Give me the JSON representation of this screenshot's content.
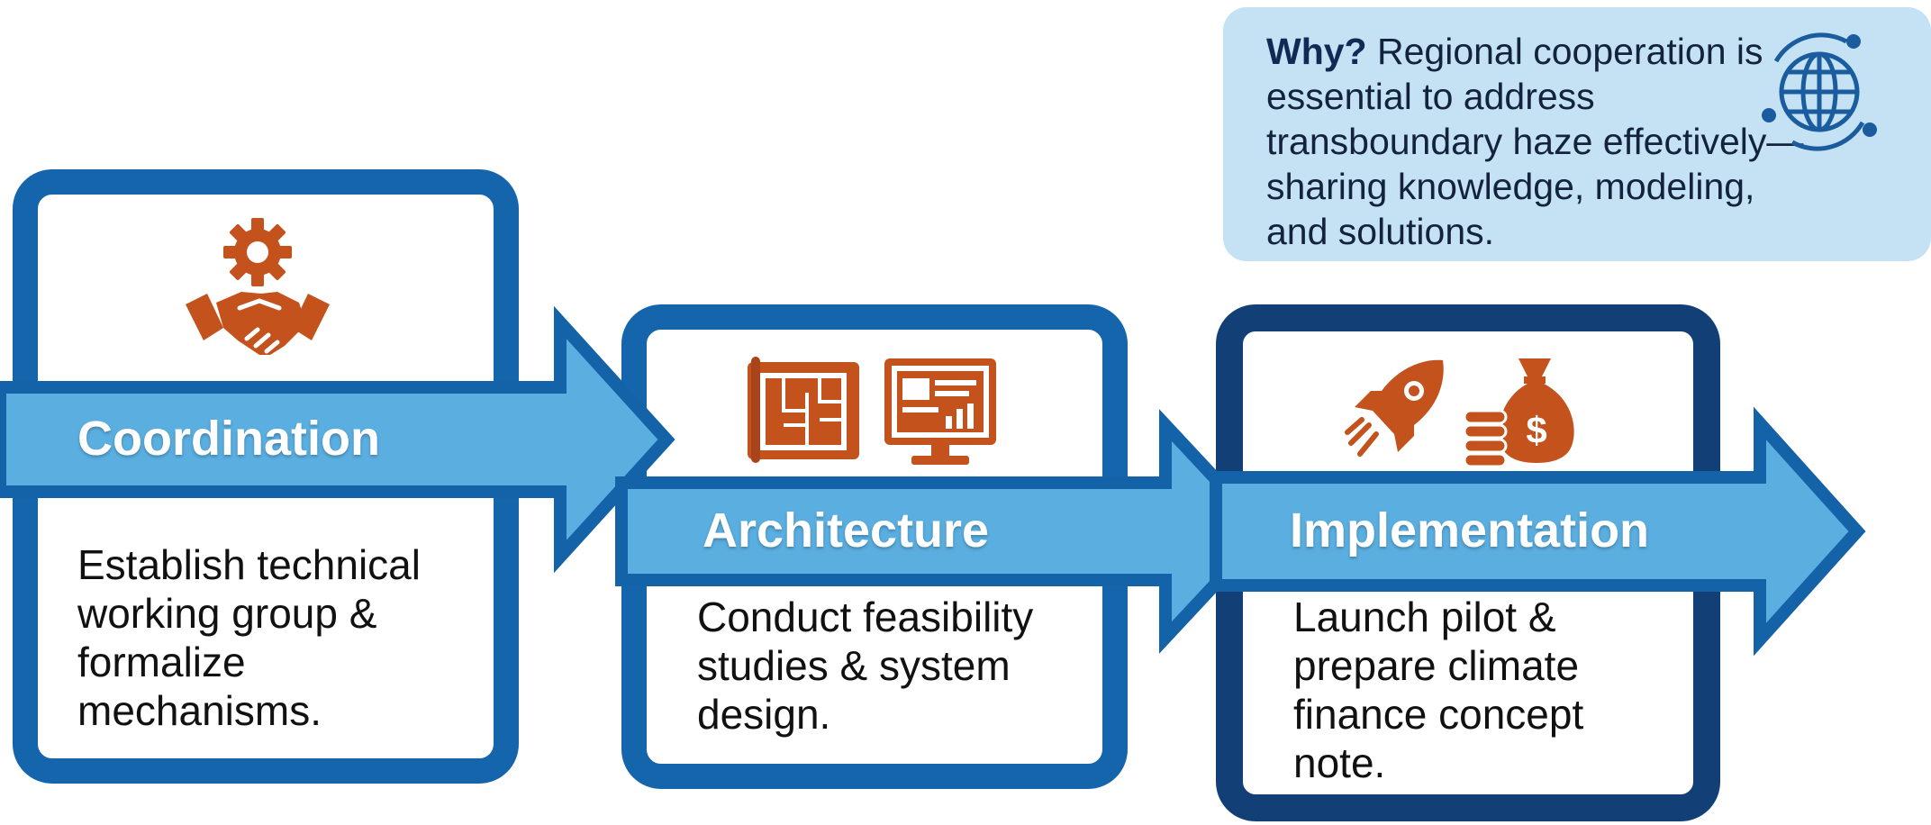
{
  "stages": [
    {
      "title": "Coordination",
      "description": "Establish technical working group & formalize mechanisms.",
      "icons": [
        "gear-icon",
        "handshake-icon"
      ]
    },
    {
      "title": "Architecture",
      "description": "Conduct feasibility studies & system design.",
      "icons": [
        "blueprint-icon",
        "monitor-dashboard-icon"
      ]
    },
    {
      "title": "Implementation",
      "description": "Launch pilot & prepare climate finance concept note.",
      "icons": [
        "rocket-icon",
        "money-bag-coins-icon"
      ]
    }
  ],
  "callout": {
    "label": "Why?",
    "text": "Regional cooperation is essential to address transboundary haze effectively—sharing knowledge, modeling, and solutions.",
    "icon": "globe-network-icon"
  },
  "colors": {
    "card_border": "#1565ad",
    "card_border_dark": "#123f76",
    "arrow_fill": "#5aaee0",
    "arrow_outline": "#1462a8",
    "icon_orange": "#c4521c",
    "callout_bg": "#c4e2f3",
    "globe_blue": "#1a5c9e"
  }
}
